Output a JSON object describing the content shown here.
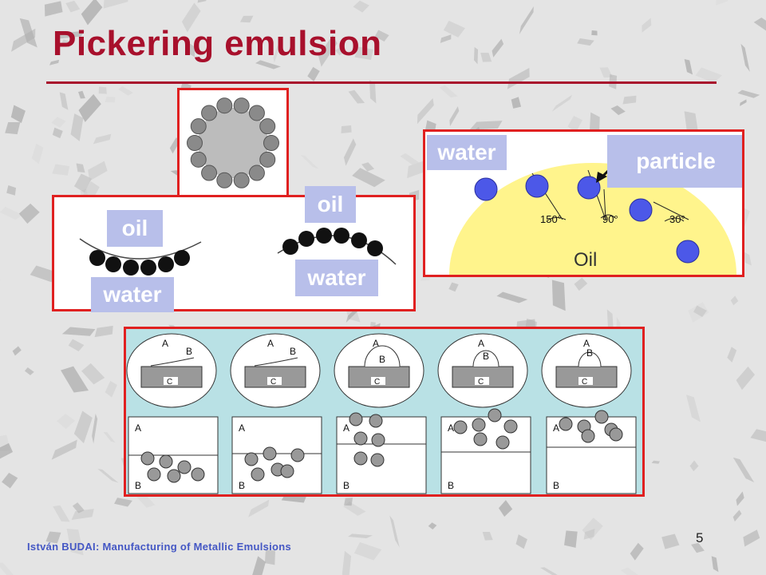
{
  "slide": {
    "title": "Pickering emulsion",
    "page_number": "5",
    "footer": "István BUDAI: Manufacturing   of Metallic Emulsions",
    "colors": {
      "title": "#a8102c",
      "panel_border": "#e02020",
      "label_bg": "#b8bfea",
      "oil_yellow": "#fff48c",
      "particle_blue": "#4c58e8",
      "sketch_bg": "#b9e1e5",
      "footer_text": "#4457c4"
    }
  },
  "left_panel": {
    "oil_left": "oil",
    "water_left": "water",
    "oil_right": "oil",
    "water_right": "water"
  },
  "right_panel": {
    "water": "water",
    "particle": "particle",
    "oil": "Oil",
    "angles": [
      "150°",
      "90°",
      "30°"
    ]
  },
  "bottom_panel": {
    "top_labels": {
      "a": "A",
      "b": "B",
      "c": "C"
    },
    "bottom_labels": {
      "a": "A",
      "b": "B"
    }
  }
}
